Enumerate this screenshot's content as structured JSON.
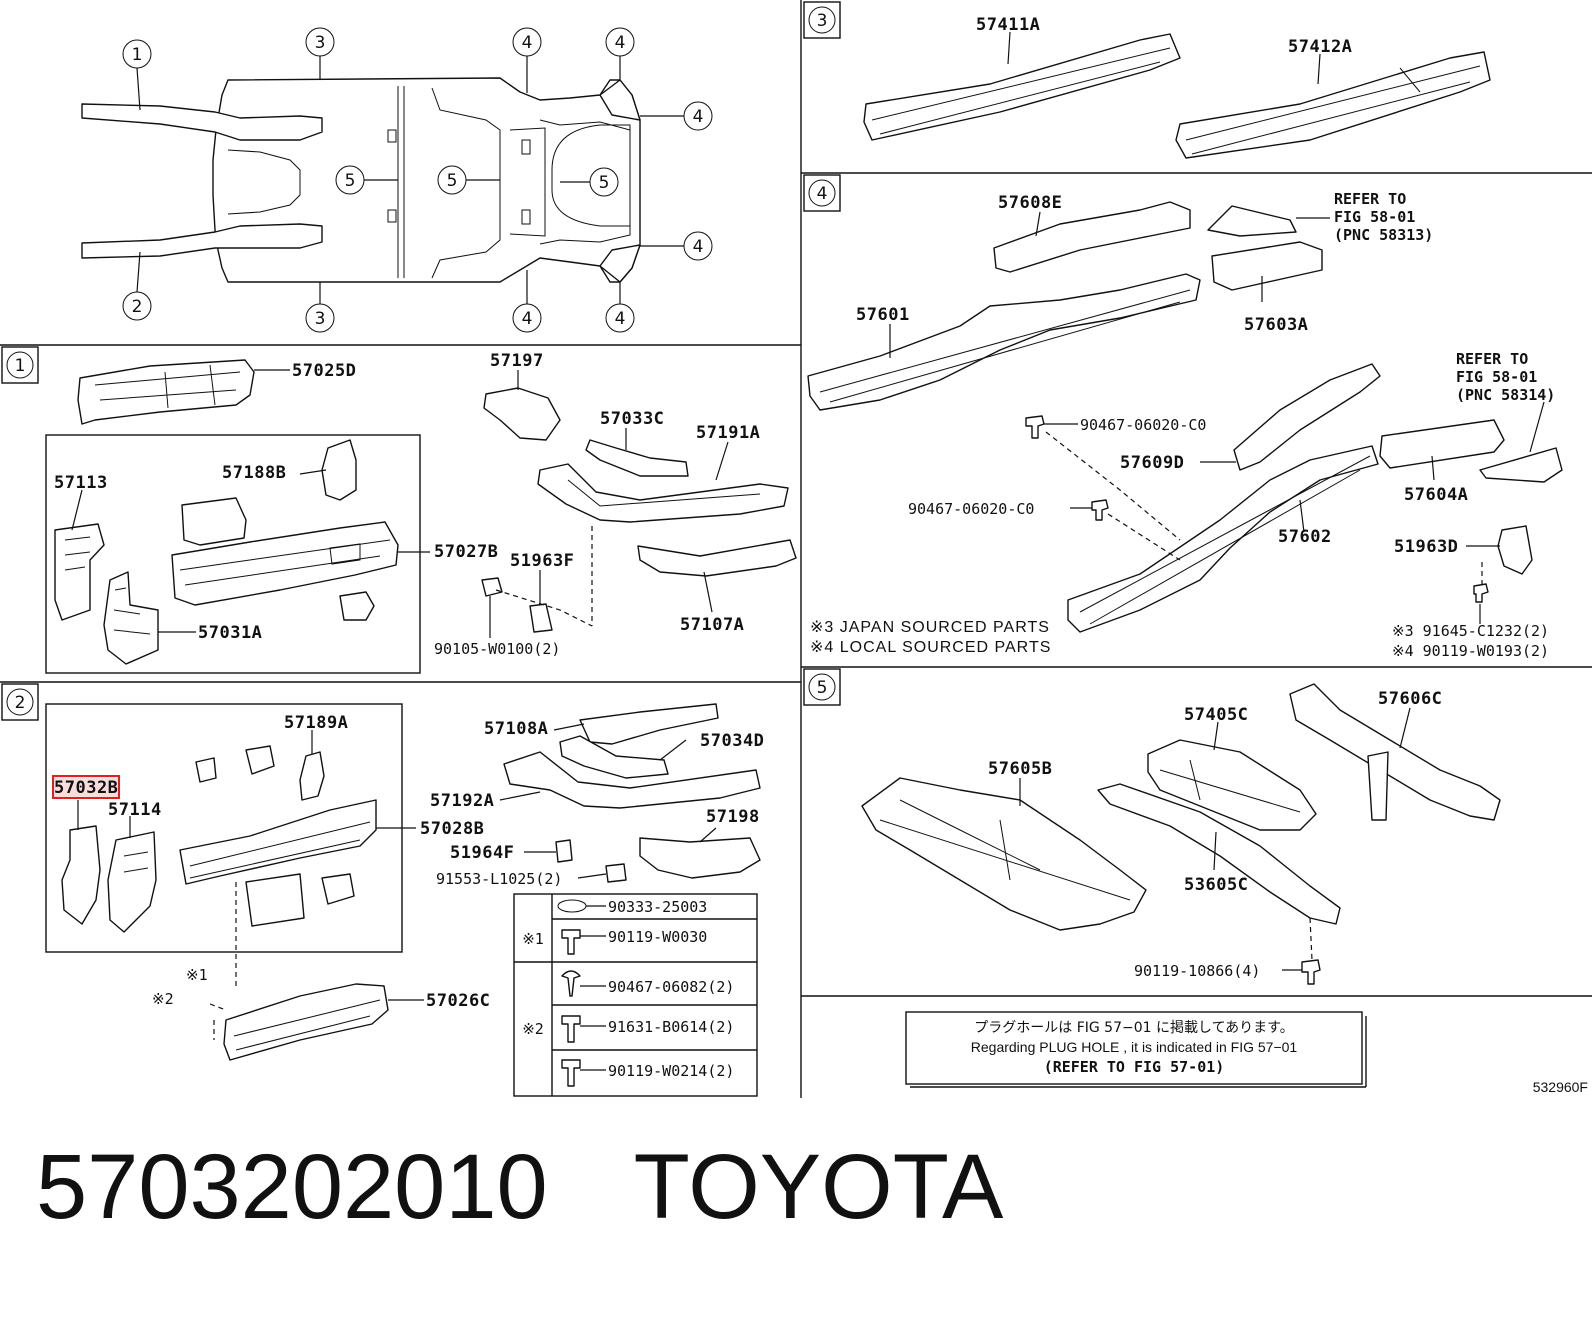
{
  "diagram": {
    "figure_code": "532960F",
    "overview": {
      "markers": [
        "1",
        "2",
        "3",
        "3",
        "4",
        "4",
        "4",
        "4",
        "4",
        "4",
        "5",
        "5",
        "5"
      ]
    },
    "section1": {
      "tag": "1",
      "labels": {
        "p57025D": "57025D",
        "p57113": "57113",
        "p57188B": "57188B",
        "p57027B": "57027B",
        "p57031A": "57031A",
        "p57197": "57197",
        "p57033C": "57033C",
        "p57191A": "57191A",
        "p51963F": "51963F",
        "p57107A": "57107A",
        "p90105": "90105-W0100(2)"
      }
    },
    "section2": {
      "tag": "2",
      "labels": {
        "p57032": "57032B",
        "p57114": "57114",
        "p57189A": "57189A",
        "p57028B": "57028B",
        "p57026C": "57026C",
        "p57108A": "57108A",
        "p57034D": "57034D",
        "p57192A": "57192A",
        "p51964F": "51964F",
        "p57198": "57198",
        "p91553": "91553-L1025(2)",
        "mark1": "※1",
        "mark2": "※2"
      },
      "fastener_table": {
        "group1": "※1",
        "group2": "※2",
        "rows": [
          "90333-25003",
          "90119-W0030",
          "90467-06082(2)",
          "91631-B0614(2)",
          "90119-W0214(2)"
        ]
      }
    },
    "section3": {
      "tag": "3",
      "labels": {
        "p57411A": "57411A",
        "p57412A": "57412A"
      }
    },
    "section4": {
      "tag": "4",
      "labels": {
        "p57608E": "57608E",
        "refer1a": "REFER TO",
        "refer1b": "FIG 58-01",
        "refer1c": "(PNC 58313)",
        "p57603A": "57603A",
        "p57601": "57601",
        "refer2a": "REFER TO",
        "refer2b": "FIG 58-01",
        "refer2c": "(PNC 58314)",
        "p90467a": "90467-06020-C0",
        "p57609D": "57609D",
        "p57604A": "57604A",
        "p90467b": "90467-06020-C0",
        "p57602": "57602",
        "p51963D": "51963D",
        "note3": "※3 JAPAN SOURCED PARTS",
        "note4": "※4 LOCAL SOURCED PARTS",
        "p91645": "※3 91645-C1232(2)",
        "p90119": "※4 90119-W0193(2)"
      }
    },
    "section5": {
      "tag": "5",
      "labels": {
        "p57405C": "57405C",
        "p57606C": "57606C",
        "p57605B": "57605B",
        "p53605C": "53605C",
        "p90119": "90119-10866(4)"
      }
    },
    "plug_note": {
      "line1": "プラグホールは FIG  57−01 に掲載してあります。",
      "line2": "Regarding  PLUG  HOLE , it is indicated in  FIG  57−01",
      "line3": "(REFER TO FIG 57-01)"
    }
  },
  "caption": {
    "part_number": "5703202010",
    "brand": "TOYOTA"
  }
}
